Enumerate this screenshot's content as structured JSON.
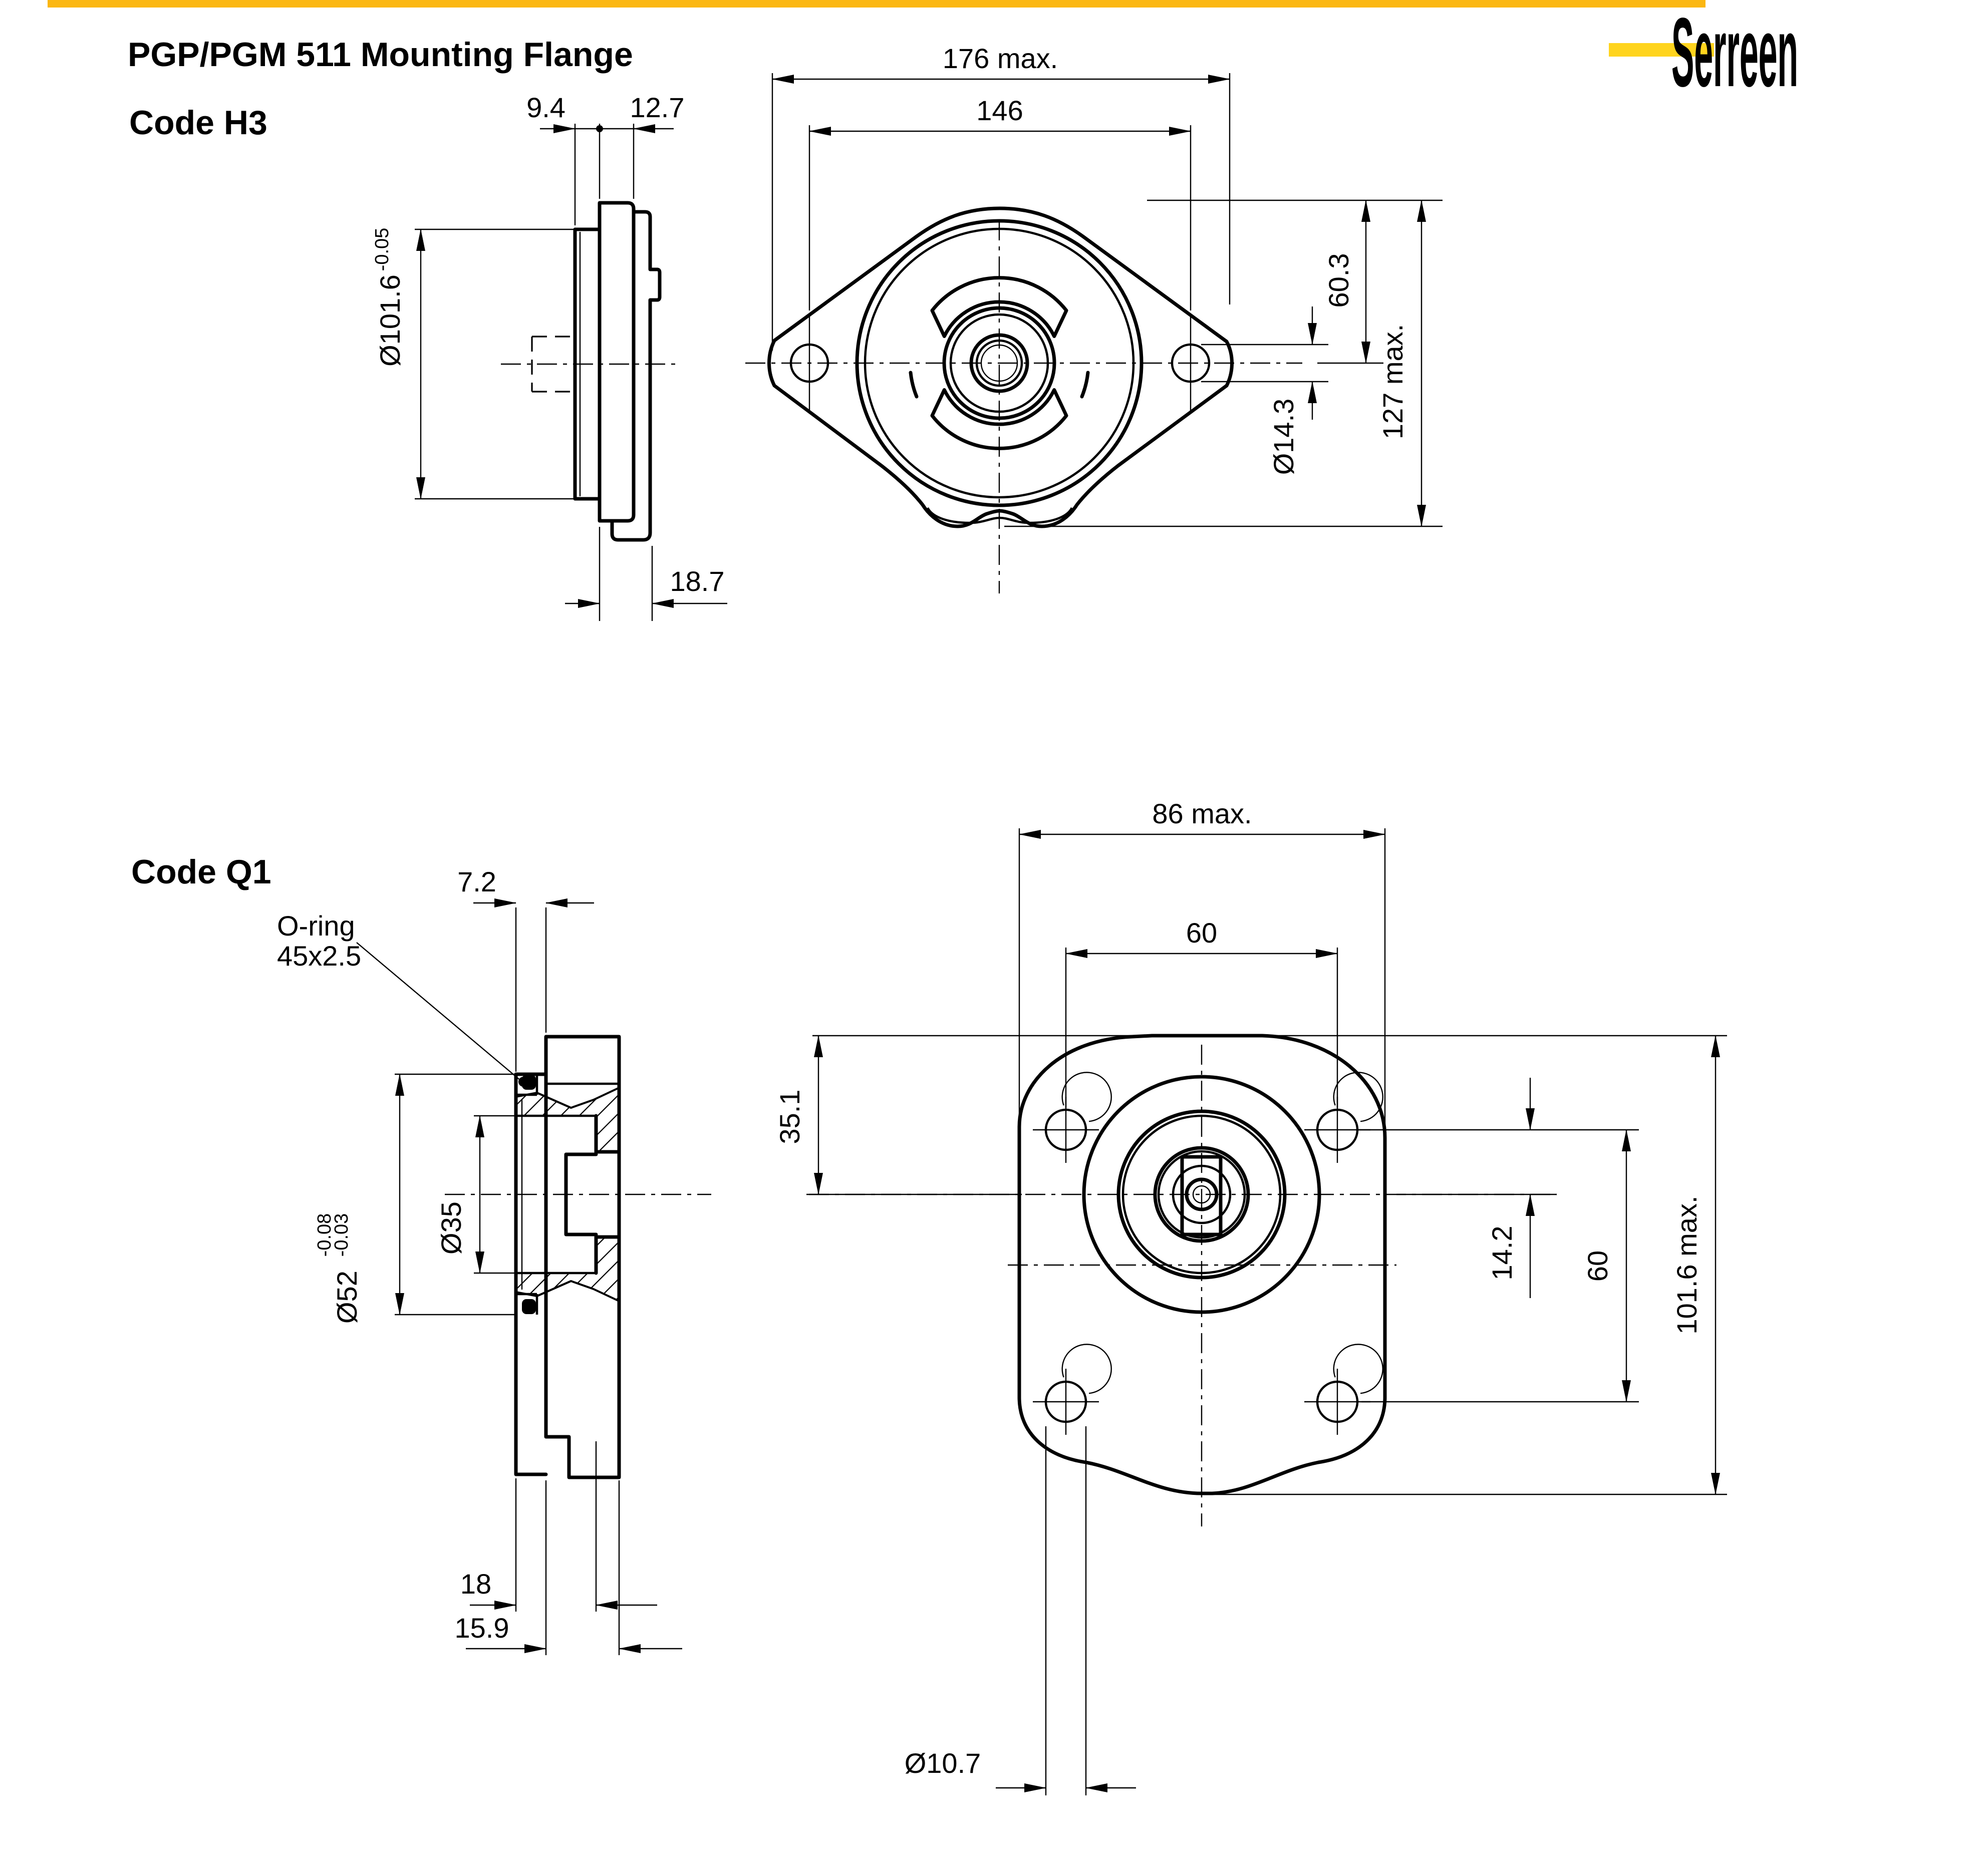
{
  "page": {
    "title": "PGP/PGM 511 Mounting Flange",
    "logo": "Serreen",
    "accent_bar_color": "#FBB712",
    "logo_color": "#FFD41E",
    "line_color": "#000000"
  },
  "h3": {
    "code": "Code H3",
    "side": {
      "pilot_offset": "9.4",
      "flange_thickness": "12.7",
      "pilot_dia": "Ø101.6",
      "pilot_tol": "-0.05",
      "depth": "18.7"
    },
    "front": {
      "width": "176 max.",
      "bolt_spacing": "146",
      "top_to_center": "60.3",
      "height": "127 max.",
      "bolt_dia": "Ø14.3"
    }
  },
  "q1": {
    "code": "Code Q1",
    "oring_label": "O-ring",
    "oring_size": "45x2.5",
    "side": {
      "flange_thickness": "7.2",
      "pilot_dia": "Ø52",
      "pilot_tol_upper": "-0.03",
      "pilot_tol_lower": "-0.08",
      "bore_dia": "Ø35",
      "depth_bore": "18",
      "depth_body": "15.9"
    },
    "front": {
      "width": "86 max.",
      "bolt_spacing_h": "60",
      "top_to_center": "35.1",
      "center_to_bolt": "14.2",
      "bolt_spacing_v": "60",
      "height": "101.6 max.",
      "bolt_dia": "Ø10.7"
    }
  }
}
